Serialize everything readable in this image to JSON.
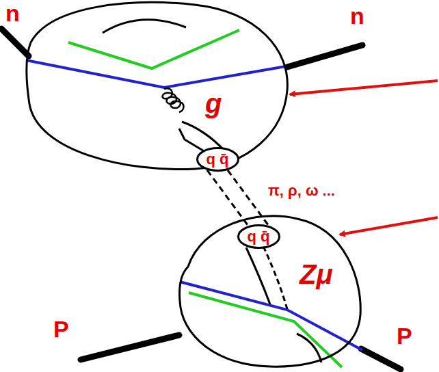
{
  "diagram": {
    "nodes": [
      {
        "text": [
          "g"
        ]
      },
      {
        "text": [
          "q q̄"
        ],
        "in": 0
      },
      {
        "text": [
          "Zμ"
        ]
      },
      {
        "text": [
          "q q̄"
        ],
        "in": 2
      }
    ],
    "edges": [
      {
        "from": 1,
        "to": 3,
        "arrow": "none"
      },
      {
        "from": 1,
        "to": 3,
        "arrow": "none"
      }
    ],
    "labels": [
      "n",
      "n",
      "P",
      "P",
      "π, ρ, ω ..."
    ]
  }
}
